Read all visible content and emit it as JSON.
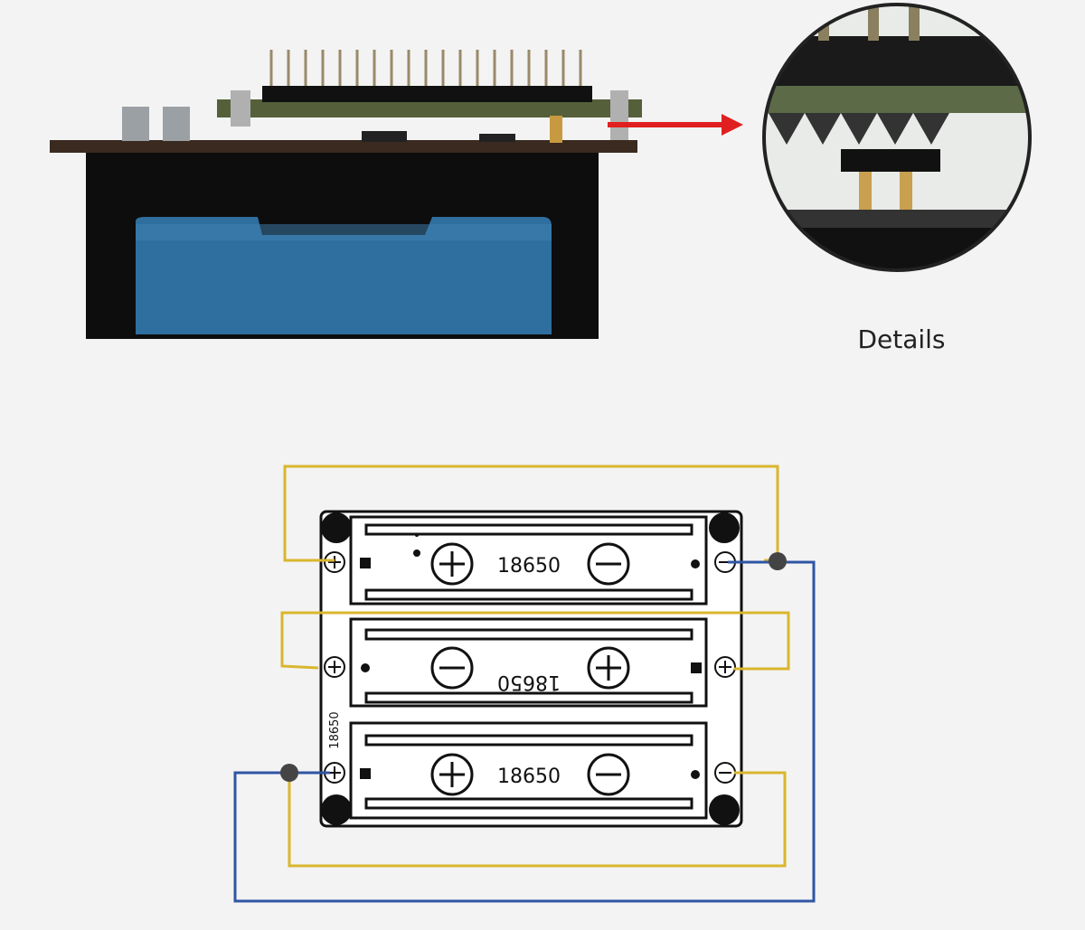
{
  "top": {
    "details_label": "Details"
  },
  "holder": {
    "cells": [
      {
        "label": "18650",
        "orientation": "normal",
        "left_terminal": "+",
        "right_terminal": "-"
      },
      {
        "label": "18650",
        "orientation": "rotated",
        "left_terminal": "+",
        "right_terminal": "+"
      },
      {
        "label": "18650",
        "orientation": "normal",
        "left_terminal": "+",
        "right_terminal": "-"
      }
    ],
    "side_label": "18650"
  },
  "colors": {
    "background": "#f3f3f3",
    "yellow_wire": "#d9b62e",
    "blue_wire": "#2f55a4",
    "arrow": "#e02020",
    "battery_blue": "#2f6f9f",
    "holder_black": "#111111"
  }
}
